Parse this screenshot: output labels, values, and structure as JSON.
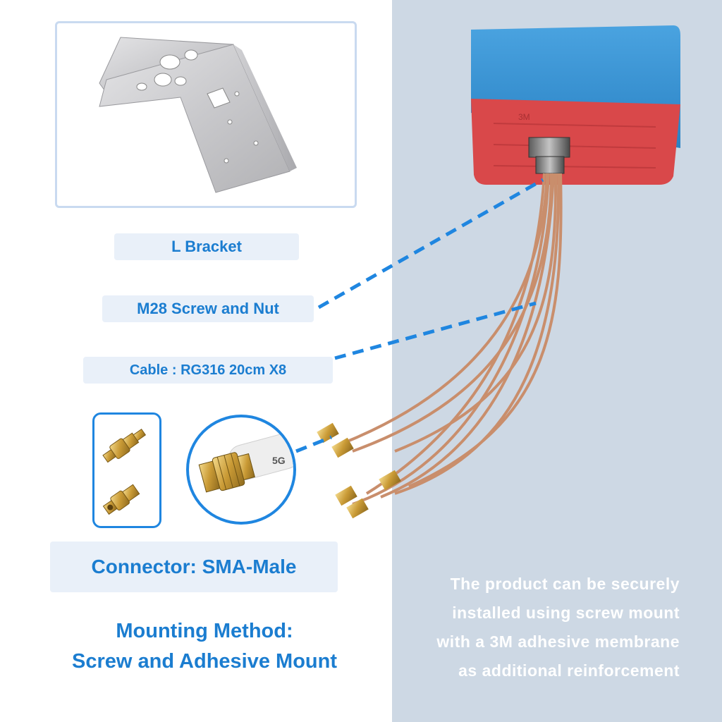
{
  "labels": {
    "l_bracket": "L Bracket",
    "screw_nut": "M28 Screw and Nut",
    "cable": "Cable : RG316 20cm X8",
    "connector": "Connector: SMA-Male",
    "mounting_line1": "Mounting Method:",
    "mounting_line2": "Screw and Adhesive Mount"
  },
  "description": {
    "line1": "The product can be securely",
    "line2": "installed using screw mount",
    "line3": "with a 3M adhesive membrane",
    "line4": "as additional reinforcement"
  },
  "cable_tag": "5G",
  "adhesive_text": "3M",
  "colors": {
    "accent_blue": "#1b7dd0",
    "label_bg": "#e9f0f9",
    "right_bg": "#cdd8e4",
    "antenna_blue": "#2f8fd0",
    "adhesive_red": "#d9484a",
    "cable_copper": "#c98e6c"
  }
}
